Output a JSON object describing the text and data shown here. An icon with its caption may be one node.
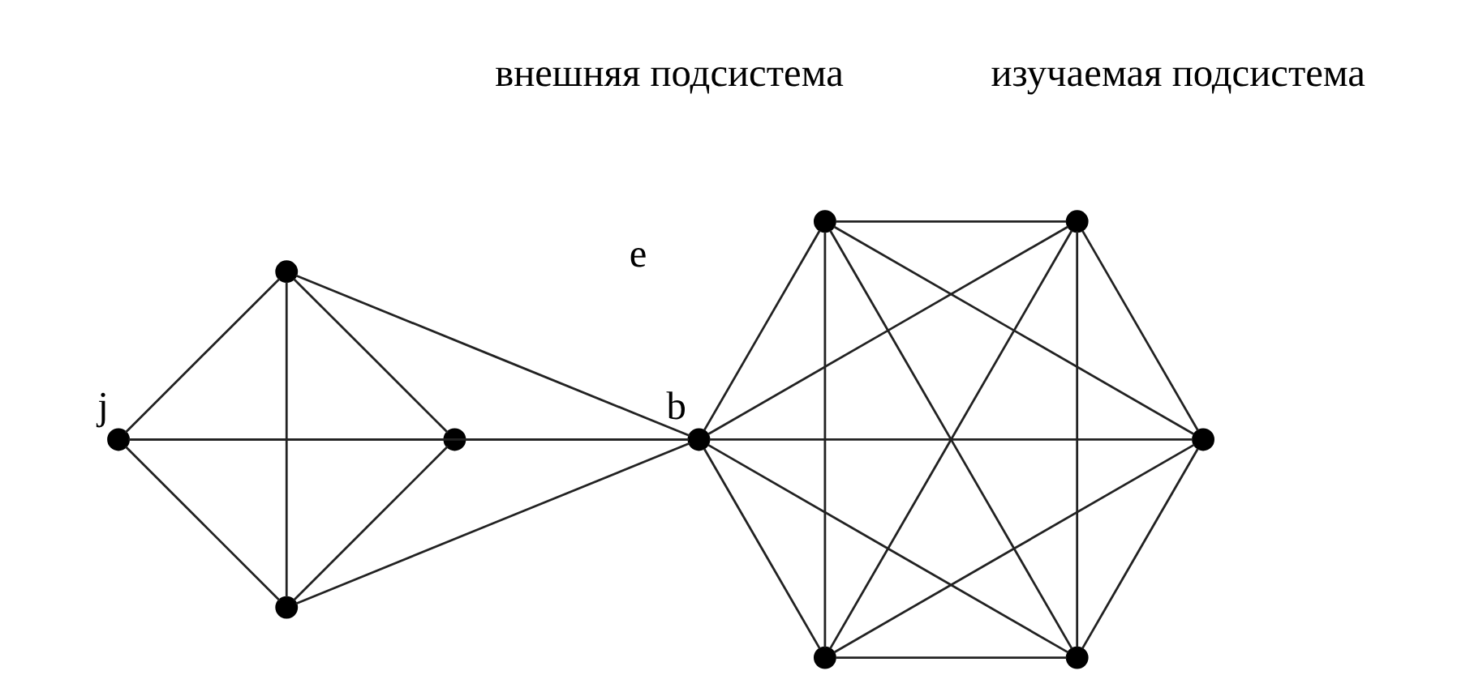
{
  "diagram": {
    "nodes": [
      {
        "text": [],
        "shape": "circle"
      },
      {
        "text": [],
        "shape": "circle",
        "beside": [
          "j"
        ]
      },
      {
        "text": [],
        "shape": "circle"
      },
      {
        "text": [],
        "shape": "circle"
      },
      {
        "text": [],
        "shape": "circle",
        "beside": [
          "b"
        ]
      },
      {
        "text": [],
        "shape": "circle"
      },
      {
        "text": [],
        "shape": "circle"
      },
      {
        "text": [],
        "shape": "circle"
      },
      {
        "text": [],
        "shape": "circle"
      },
      {
        "text": [],
        "shape": "circle"
      }
    ],
    "edges": [
      {
        "from": 0,
        "to": 1,
        "arrow": "none"
      },
      {
        "from": 0,
        "to": 2,
        "arrow": "none"
      },
      {
        "from": 0,
        "to": 3,
        "arrow": "none"
      },
      {
        "from": 0,
        "to": 4,
        "arrow": "none"
      },
      {
        "from": 1,
        "to": 2,
        "arrow": "none"
      },
      {
        "from": 1,
        "to": 3,
        "arrow": "none"
      },
      {
        "from": 1,
        "to": 4,
        "arrow": "none"
      },
      {
        "from": 2,
        "to": 3,
        "arrow": "none"
      },
      {
        "from": 2,
        "to": 4,
        "arrow": "none"
      },
      {
        "from": 3,
        "to": 4,
        "arrow": "none"
      },
      {
        "from": 4,
        "to": 5,
        "arrow": "none"
      },
      {
        "from": 4,
        "to": 6,
        "arrow": "none"
      },
      {
        "from": 4,
        "to": 7,
        "arrow": "none"
      },
      {
        "from": 4,
        "to": 8,
        "arrow": "none"
      },
      {
        "from": 4,
        "to": 9,
        "arrow": "none"
      },
      {
        "from": 5,
        "to": 6,
        "arrow": "none"
      },
      {
        "from": 5,
        "to": 7,
        "arrow": "none"
      },
      {
        "from": 5,
        "to": 8,
        "arrow": "none"
      },
      {
        "from": 5,
        "to": 9,
        "arrow": "none"
      },
      {
        "from": 6,
        "to": 7,
        "arrow": "none"
      },
      {
        "from": 6,
        "to": 8,
        "arrow": "none"
      },
      {
        "from": 6,
        "to": 9,
        "arrow": "none"
      },
      {
        "from": 7,
        "to": 8,
        "arrow": "none"
      },
      {
        "from": 7,
        "to": 9,
        "arrow": "none"
      },
      {
        "from": 8,
        "to": 9,
        "arrow": "none"
      }
    ],
    "labels": [
      "e",
      "внешняя подсистема",
      "изучаемая подсистема"
    ]
  }
}
